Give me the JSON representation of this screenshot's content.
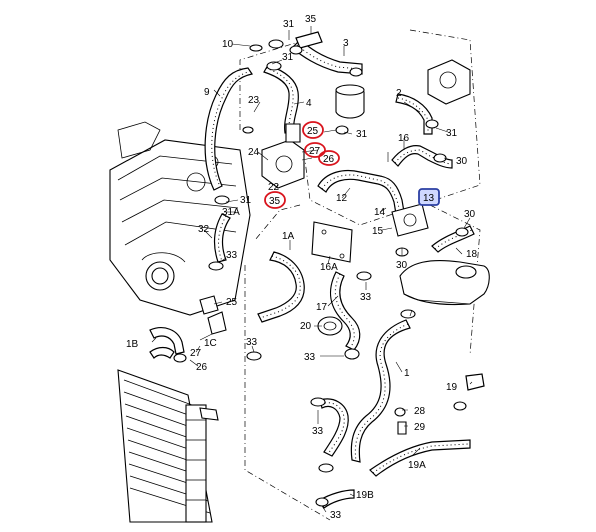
{
  "labels": {
    "l31a": "31",
    "l35top": "35",
    "l3": "3",
    "l10": "10",
    "l31b": "31",
    "l9": "9",
    "l23": "23",
    "l4": "4",
    "l25": "25",
    "l31c": "31",
    "l27": "27",
    "l26": "26",
    "l24": "24",
    "l22": "22",
    "l35": "35",
    "l31d": "31",
    "l31A": "31A",
    "l2": "2",
    "l31e": "31",
    "l16": "16",
    "l30a": "30",
    "l13": "13",
    "l12": "12",
    "l14": "14",
    "l15": "15",
    "l30b": "30",
    "l18": "18",
    "l30c": "30",
    "l32": "32",
    "l33a": "33",
    "l1A": "1A",
    "l16A": "16A",
    "l33b": "33",
    "l17": "17",
    "l25b": "25",
    "l20": "20",
    "l1B": "1B",
    "l1C": "1C",
    "l27b": "27",
    "l26b": "26",
    "l33c": "33",
    "l33d": "33",
    "l1": "1",
    "l19": "19",
    "l28": "28",
    "l29": "29",
    "l33e": "33",
    "l19A": "19A",
    "l19B": "19B",
    "l33f": "33"
  },
  "highlights": {
    "red_color": "#d9141d",
    "blue_color": "#2b3fa3",
    "blue_fill": "#cfd8ff"
  }
}
